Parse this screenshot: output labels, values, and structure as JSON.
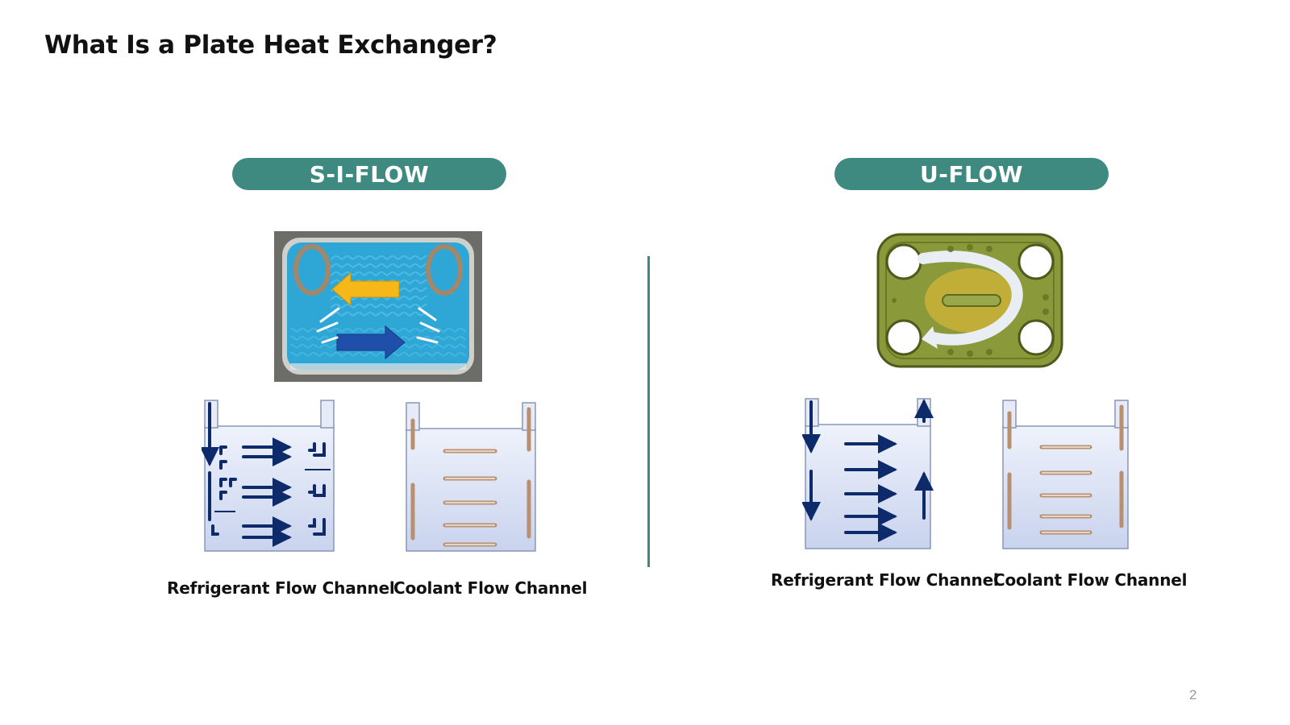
{
  "slide": {
    "title": "What Is a Plate Heat Exchanger?",
    "page_number": "2"
  },
  "left_panel": {
    "label": "S-I-FLOW",
    "refrigerant_caption": "Refrigerant Flow Channel",
    "coolant_caption": "Coolant Flow Channel"
  },
  "right_panel": {
    "label": "U-FLOW",
    "refrigerant_caption": "Refrigerant Flow Channel",
    "coolant_caption": "Coolant Flow Channel"
  },
  "colors": {
    "accent_teal": "#3f8a80",
    "plate_blue": "#2fa8d8",
    "plate_olive": "#8a9a3a",
    "arrow_yellow": "#f5b818",
    "arrow_dark_blue": "#1f4fa8",
    "channel_fill": "#dfe6f7",
    "refrigerant_arrow": "#0d2a6b",
    "coolant_arrow": "#b89070"
  }
}
